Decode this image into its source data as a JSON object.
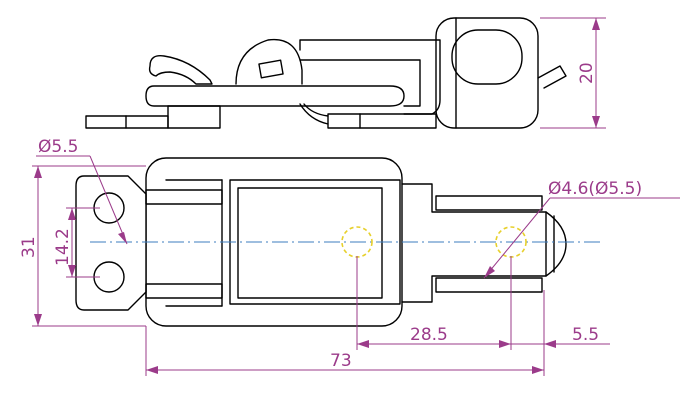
{
  "dimensions": {
    "top_height": "20",
    "hole_large": "Ø5.5",
    "hole_spacing": "14.2",
    "overall_width": "31",
    "hole_small": "Ø4.6(Ø5.5)",
    "hole_to_hole": "28.5",
    "hole_to_end": "5.5",
    "overall_length": "73"
  },
  "colors": {
    "outline": "#000000",
    "dimension": "#9b3b8a",
    "centerline": "#3d7dbf",
    "hidden": "#e7d02c"
  }
}
